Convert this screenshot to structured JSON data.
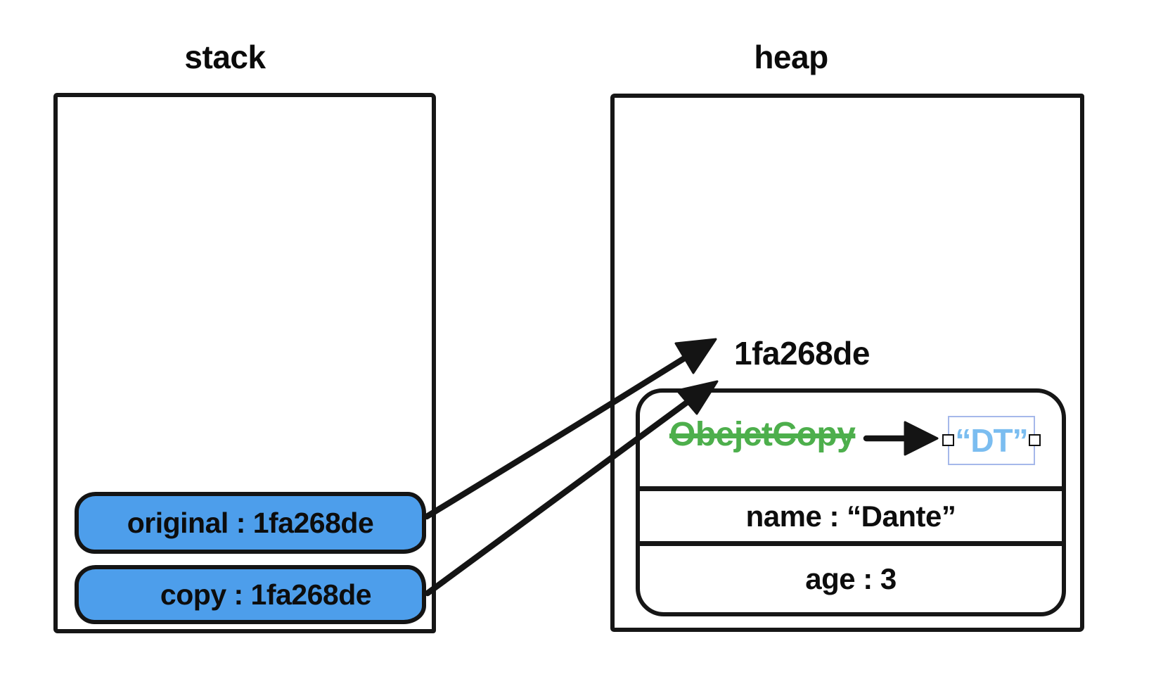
{
  "stack": {
    "title": "stack",
    "pills": [
      {
        "label": "original : 1fa268de"
      },
      {
        "label": "copy : 1fa268de"
      }
    ]
  },
  "heap": {
    "title": "heap",
    "address": "1fa268de",
    "object": {
      "class_name": "ObejctCopy",
      "selected_value": "“DT”",
      "fields": [
        {
          "label": "name : “Dante”"
        },
        {
          "label": "age : 3"
        }
      ]
    }
  },
  "colors": {
    "pill_fill": "#4d9eeb",
    "class_name_green": "#4daf4c",
    "selected_value_blue": "#7bbdf0",
    "selection_border": "#a5b8ea",
    "ink": "#141414"
  }
}
